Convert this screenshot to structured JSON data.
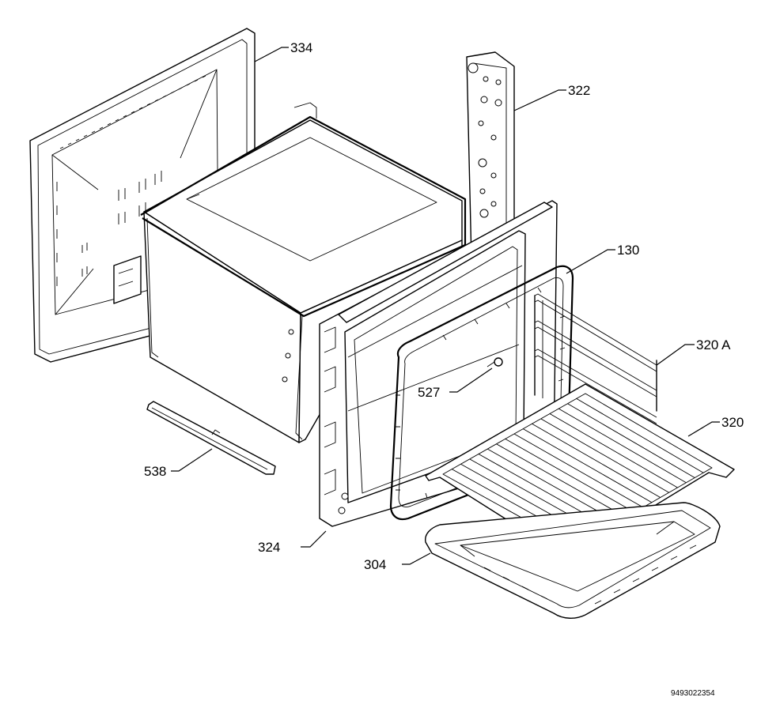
{
  "labels": {
    "p334": "334",
    "p322": "322",
    "p130": "130",
    "p320a": "320 A",
    "p320": "320",
    "p527": "527",
    "p538": "538",
    "p324": "324",
    "p304": "304"
  },
  "drawing_code": "9493022354"
}
